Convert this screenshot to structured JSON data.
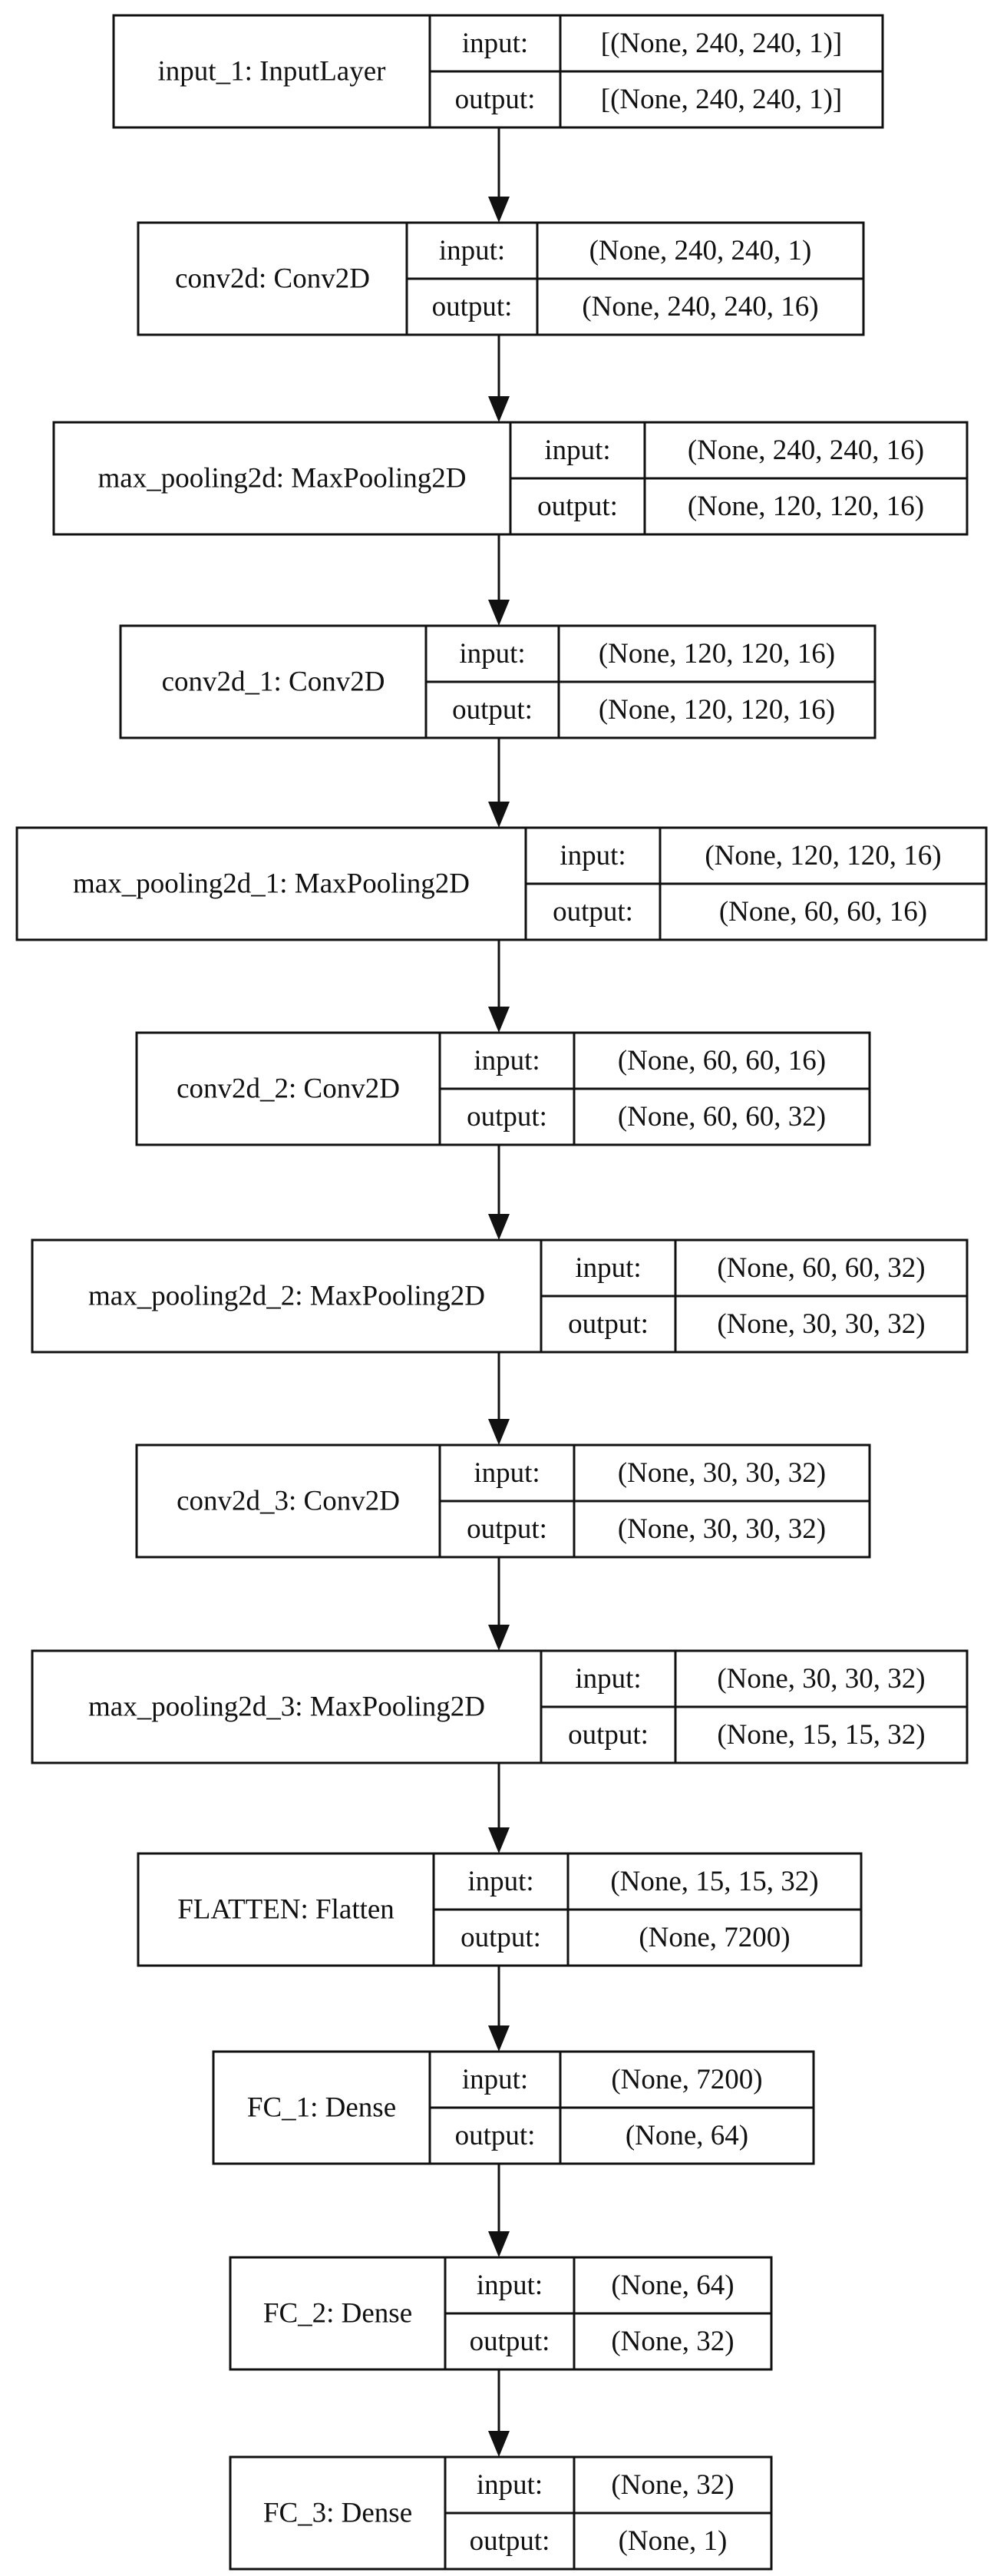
{
  "layers": [
    {
      "name": "input_1: InputLayer",
      "input_label": "input:",
      "output_label": "output:",
      "input": "[(None, 240, 240, 1)]",
      "output": "[(None, 240, 240, 1)]"
    },
    {
      "name": "conv2d: Conv2D",
      "input_label": "input:",
      "output_label": "output:",
      "input": "(None, 240, 240, 1)",
      "output": "(None, 240, 240, 16)"
    },
    {
      "name": "max_pooling2d: MaxPooling2D",
      "input_label": "input:",
      "output_label": "output:",
      "input": "(None, 240, 240, 16)",
      "output": "(None, 120, 120, 16)"
    },
    {
      "name": "conv2d_1: Conv2D",
      "input_label": "input:",
      "output_label": "output:",
      "input": "(None, 120, 120, 16)",
      "output": "(None, 120, 120, 16)"
    },
    {
      "name": "max_pooling2d_1: MaxPooling2D",
      "input_label": "input:",
      "output_label": "output:",
      "input": "(None, 120, 120, 16)",
      "output": "(None, 60, 60, 16)"
    },
    {
      "name": "conv2d_2: Conv2D",
      "input_label": "input:",
      "output_label": "output:",
      "input": "(None, 60, 60, 16)",
      "output": "(None, 60, 60, 32)"
    },
    {
      "name": "max_pooling2d_2: MaxPooling2D",
      "input_label": "input:",
      "output_label": "output:",
      "input": "(None, 60, 60, 32)",
      "output": "(None, 30, 30, 32)"
    },
    {
      "name": "conv2d_3: Conv2D",
      "input_label": "input:",
      "output_label": "output:",
      "input": "(None, 30, 30, 32)",
      "output": "(None, 30, 30, 32)"
    },
    {
      "name": "max_pooling2d_3: MaxPooling2D",
      "input_label": "input:",
      "output_label": "output:",
      "input": "(None, 30, 30, 32)",
      "output": "(None, 15, 15, 32)"
    },
    {
      "name": "FLATTEN: Flatten",
      "input_label": "input:",
      "output_label": "output:",
      "input": "(None, 15, 15, 32)",
      "output": "(None, 7200)"
    },
    {
      "name": "FC_1: Dense",
      "input_label": "input:",
      "output_label": "output:",
      "input": "(None, 7200)",
      "output": "(None, 64)"
    },
    {
      "name": "FC_2: Dense",
      "input_label": "input:",
      "output_label": "output:",
      "input": "(None, 64)",
      "output": "(None, 32)"
    },
    {
      "name": "FC_3: Dense",
      "input_label": "input:",
      "output_label": "output:",
      "input": "(None, 32)",
      "output": "(None, 1)"
    }
  ],
  "colors": {
    "stroke": "#111111",
    "fill": "#ffffff",
    "text": "#111111"
  }
}
